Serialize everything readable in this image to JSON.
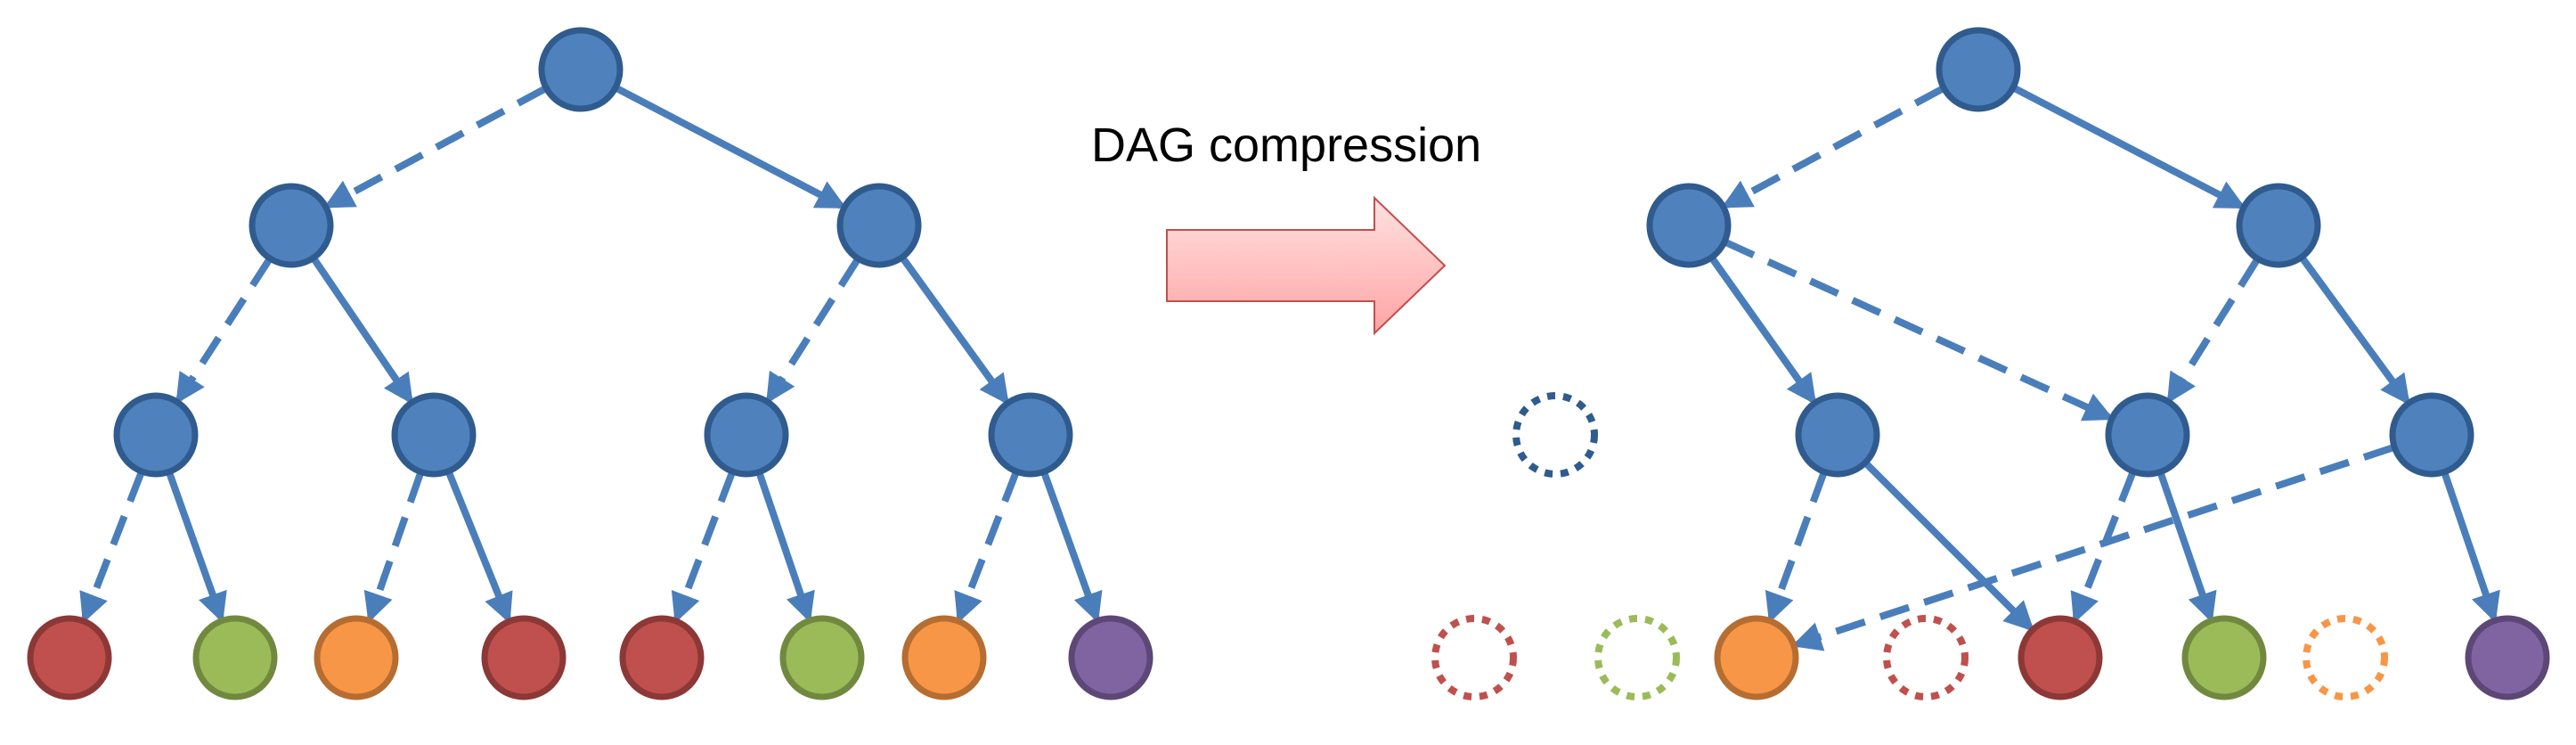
{
  "caption": "DAG compression",
  "colors": {
    "internal": "#4f81bd",
    "internal_stroke": "#2f5b8e",
    "edge": "#4a7ebb",
    "red": "#c0504d",
    "red_stroke": "#8c3836",
    "green": "#9bbb59",
    "green_stroke": "#71893f",
    "orange": "#f79646",
    "orange_stroke": "#b66d31",
    "purple": "#8064a2",
    "purple_stroke": "#5c4776",
    "arrow_fill_top": "#ffe1e1",
    "arrow_fill_bottom": "#ffa4a4",
    "arrow_stroke": "#c0504d"
  },
  "left_tree": {
    "internal_nodes": [
      "root",
      "l",
      "r",
      "ll",
      "lr",
      "rl",
      "rr"
    ],
    "leaves": [
      "red",
      "green",
      "orange",
      "red",
      "red",
      "green",
      "orange",
      "purple"
    ]
  },
  "right_dag": {
    "internal_nodes": [
      "root",
      "a",
      "b",
      "c",
      "d",
      "e"
    ],
    "leaves": [
      "orange",
      "red",
      "green",
      "purple"
    ],
    "removed_nodes": [
      "internal",
      "red",
      "green",
      "red",
      "orange"
    ]
  }
}
